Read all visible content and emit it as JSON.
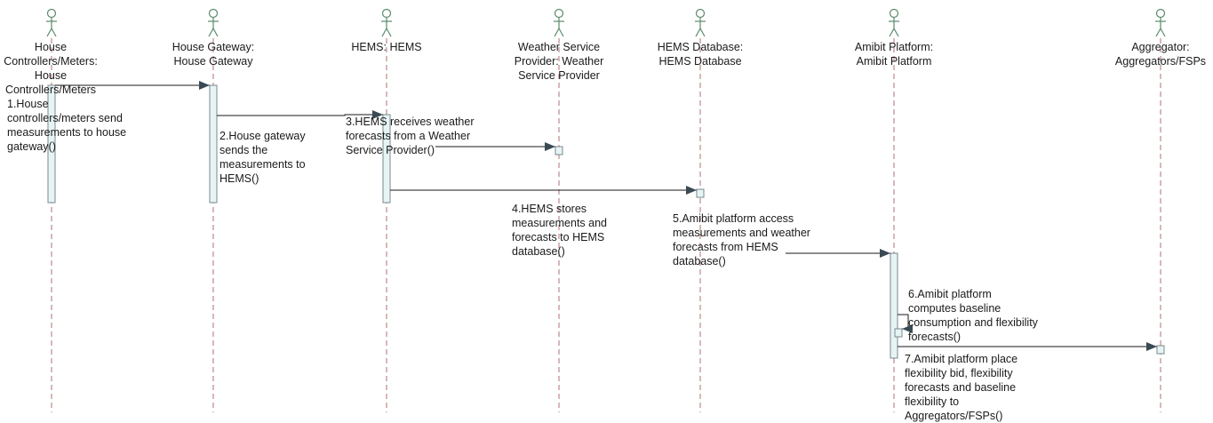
{
  "colors": {
    "actor_stroke": "#5a8a6a",
    "lifeline": "#b07070",
    "activation_fill": "#e6f4f6",
    "activation_stroke": "#7a8a8c",
    "message_line": "#1a1a1a",
    "arrowhead": "#3a4a55"
  },
  "icons": {
    "actor": "stick-figure-actor-icon"
  },
  "participants": [
    {
      "id": "house-controllers",
      "name": "House\nControllers/Meters:\nHouse\nControllers/Meters"
    },
    {
      "id": "house-gateway",
      "name": "House Gateway:\nHouse Gateway"
    },
    {
      "id": "hems",
      "name": "HEMS: HEMS"
    },
    {
      "id": "weather-service-provider",
      "name": "Weather Service\nProvider: Weather\nService Provider"
    },
    {
      "id": "hems-database",
      "name": "HEMS Database:\nHEMS Database"
    },
    {
      "id": "amibit-platform",
      "name": "Amibit Platform:\nAmibit Platform"
    },
    {
      "id": "aggregator",
      "name": "Aggregator:\nAggregators/FSPs"
    }
  ],
  "messages": [
    {
      "id": "m1",
      "from": "house-controllers",
      "to": "house-gateway",
      "label": "1.House\ncontrollers/meters send\nmeasurements to house\ngateway()"
    },
    {
      "id": "m2",
      "from": "house-gateway",
      "to": "hems",
      "label": "2.House gateway\nsends the\nmeasurements to\nHEMS()"
    },
    {
      "id": "m3",
      "from": "hems",
      "to": "weather-service-provider",
      "label": "3.HEMS receives weather\nforecasts from a Weather\nService Provider()"
    },
    {
      "id": "m4",
      "from": "hems",
      "to": "hems-database",
      "label": "4.HEMS stores\nmeasurements and\nforecasts to HEMS\ndatabase()"
    },
    {
      "id": "m5",
      "from": "hems-database",
      "to": "amibit-platform",
      "label": "5.Amibit platform access\nmeasurements and weather\nforecasts from HEMS\ndatabase()"
    },
    {
      "id": "m6",
      "from": "amibit-platform",
      "to": "amibit-platform",
      "label": "6.Amibit platform\ncomputes baseline\nconsumption and flexibility\nforecasts()"
    },
    {
      "id": "m7",
      "from": "amibit-platform",
      "to": "aggregator",
      "label": "7.Amibit platform place\nflexibility bid, flexibility\nforecasts and baseline\nflexibility to\nAggregators/FSPs()"
    }
  ]
}
